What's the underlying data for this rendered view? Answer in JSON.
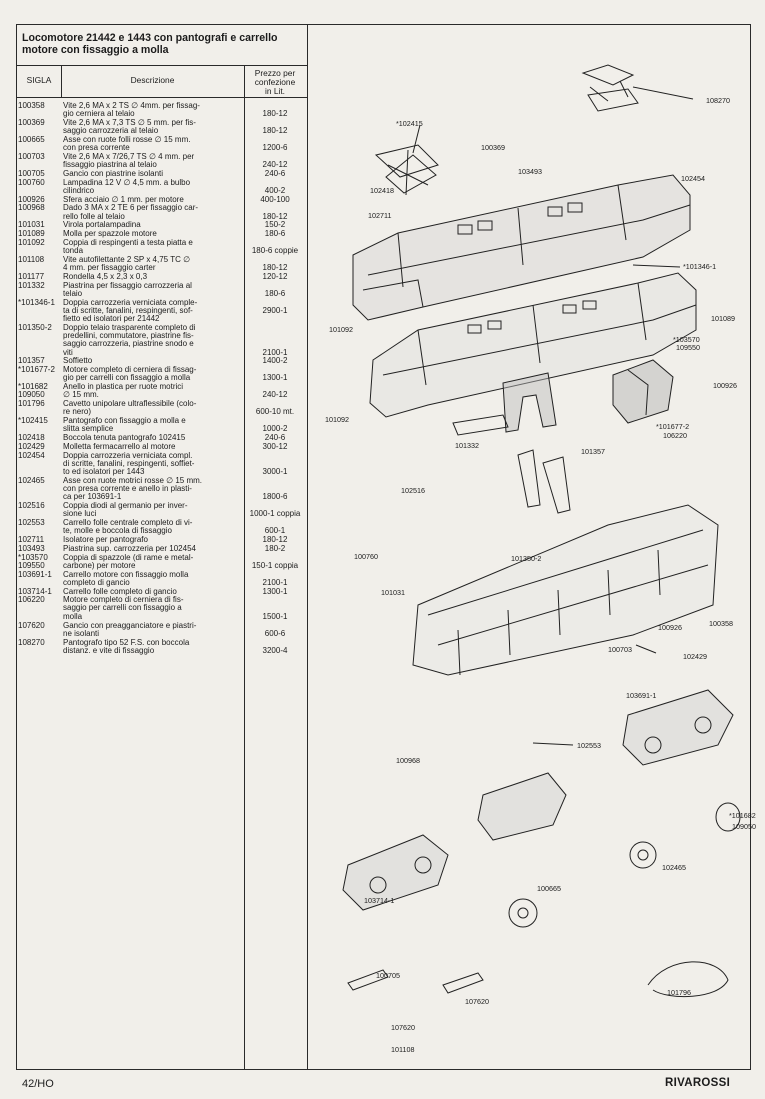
{
  "title": "Locomotore 21442 e 1443 con pantografi e carrello\nmotore con fissaggio a molla",
  "table": {
    "headers": {
      "code": "SIGLA",
      "description": "Descrizione",
      "price": "Prezzo per\nconfezione\nin Lit."
    },
    "rows": [
      {
        "code": "100358",
        "desc": "Vite 2,6 MA x 2 TS ∅ 4mm. per fissag-\ngio cerniera al telaio",
        "price": "\n180-12"
      },
      {
        "code": "100369",
        "desc": "Vite 2,6 MA x 7,3 TS ∅ 5 mm. per fis-\nsaggio carrozzeria al telaio",
        "price": "\n180-12"
      },
      {
        "code": "100665",
        "desc": "Asse con ruote folli rosse ∅ 15 mm.\ncon presa corrente",
        "price": "\n1200-6"
      },
      {
        "code": "100703",
        "desc": "Vite 2,6 MA x 7/26,7 TS ∅ 4 mm. per\nfissaggio piastrina al telaio",
        "price": "\n240-12"
      },
      {
        "code": "100705",
        "desc": "Gancio con piastrine isolanti",
        "price": "240-6"
      },
      {
        "code": "100760",
        "desc": "Lampadina 12 V ∅ 4,5 mm. a bulbo\ncilindrico",
        "price": "\n400-2"
      },
      {
        "code": "100926",
        "desc": "Sfera acciaio ∅ 1 mm. per motore",
        "price": "400-100"
      },
      {
        "code": "100968",
        "desc": "Dado 3 MA x 2 TE 6 per fissaggio car-\nrello folle al telaio",
        "price": "\n180-12"
      },
      {
        "code": "101031",
        "desc": "Virola portalampadina",
        "price": "150-2"
      },
      {
        "code": "101089",
        "desc": "Molla per spazzole motore",
        "price": "180-6"
      },
      {
        "code": "101092",
        "desc": "Coppia di respingenti a testa piatta e\ntonda",
        "price": "\n180-6 coppie"
      },
      {
        "code": "101108",
        "desc": "Vite autofilettante 2 SP x 4,75 TC ∅\n4 mm. per fissaggio carter",
        "price": "\n180-12"
      },
      {
        "code": "101177",
        "desc": "Rondella 4,5 x 2,3 x 0,3",
        "price": "120-12"
      },
      {
        "code": "101332",
        "desc": "Piastrina per fissaggio carrozzeria al\ntelaio",
        "price": "\n180-6"
      },
      {
        "code": "*101346-1",
        "desc": "Doppia carrozzeria verniciata comple-\nta di scritte, fanalini, respingenti, sof-\nfietto ed isolatori per 21442",
        "price": "\n2900-1"
      },
      {
        "code": "101350-2",
        "desc": "Doppio telaio trasparente completo di\npredellini, commutatore, piastrine fis-\nsaggio carrozzeria, piastrine snodo e\nviti",
        "price": "\n\n\n2100-1"
      },
      {
        "code": "101357",
        "desc": "Soffietto",
        "price": "1400-2"
      },
      {
        "code": "*101677-2",
        "desc": "Motore completo di cerniera di fissag-\ngio per carrelli con fissaggio a molla",
        "price": "\n1300-1"
      },
      {
        "code": "*101682\n109050",
        "desc": "Anello in plastica per ruote motrici\n∅ 15 mm.",
        "price": "\n240-12"
      },
      {
        "code": "101796",
        "desc": "Cavetto unipolare ultraflessibile (colo-\nre nero)",
        "price": "\n600-10 mt."
      },
      {
        "code": "*102415",
        "desc": "Pantografo con fissaggio a molla e\nslitta semplice",
        "price": "\n1000-2"
      },
      {
        "code": "102418",
        "desc": "Boccola tenuta pantografo 102415",
        "price": "240-6"
      },
      {
        "code": "102429",
        "desc": "Molletta fermacarrello al motore",
        "price": "300-12"
      },
      {
        "code": "102454",
        "desc": "Doppia carrozzeria verniciata compl.\ndi scritte, fanalini, respingenti, soffiet-\nto ed isolatori per 1443",
        "price": "\n\n3000-1"
      },
      {
        "code": "102465",
        "desc": "Asse con ruote motrici rosse ∅ 15 mm.\ncon presa corrente e anello in plasti-\nca per 103691-1",
        "price": "\n\n1800-6"
      },
      {
        "code": "102516",
        "desc": "Coppia diodi al germanio per inver-\nsione luci",
        "price": "\n1000-1 coppia"
      },
      {
        "code": "102553",
        "desc": "Carrello folle centrale completo di vi-\nte, molle e boccola di fissaggio",
        "price": "\n600-1"
      },
      {
        "code": "102711",
        "desc": "Isolatore per pantografo",
        "price": "180-12"
      },
      {
        "code": "103493",
        "desc": "Piastrina sup. carrozzeria per 102454",
        "price": "180-2"
      },
      {
        "code": "*103570\n109550",
        "desc": "Coppia di spazzole (di rame e metal-\ncarbone) per motore",
        "price": "\n150-1 coppia"
      },
      {
        "code": "103691-1",
        "desc": "Carrello motore con fissaggio molla\ncompleto di gancio",
        "price": "\n2100-1"
      },
      {
        "code": "103714-1",
        "desc": "Carrello folle completo di gancio",
        "price": "1300-1"
      },
      {
        "code": "106220",
        "desc": "Motore completo di cerniera di fis-\nsaggio per carrelli con fissaggio a\nmolla",
        "price": "\n\n1500-1"
      },
      {
        "code": "107620",
        "desc": "Gancio con preagganciatore e piastri-\nne isolanti",
        "price": "\n600-6"
      },
      {
        "code": "108270",
        "desc": "Pantografo tipo 52 F.S. con boccola\ndistanz. e vite di fissaggio",
        "price": "\n3200-4"
      }
    ]
  },
  "diagram": {
    "labels": {
      "p108270": "108270",
      "p102415": "*102415",
      "p100369": "100369",
      "p103493": "103493",
      "p102454": "102454",
      "p102418": "102418",
      "p102711": "102711",
      "p101346": "*101346-1",
      "p101089": "101089",
      "p101092a": "101092",
      "p103570": "*103570",
      "p109550": "109550",
      "p100926": "100926",
      "p101092b": "101092",
      "p101677": "*101677-2",
      "p106220": "106220",
      "p101332": "101332",
      "p101357": "101357",
      "p102516": "102516",
      "p100760": "100760",
      "p101350": "101350-2",
      "p101031": "101031",
      "p100358": "100358",
      "p100926b": "100926",
      "p100703": "100703",
      "p102429": "102429",
      "p103691": "103691-1",
      "p102553": "102553",
      "p100968": "100968",
      "p101682": "*101682",
      "p109050": "109050",
      "p102465": "102465",
      "p100665": "100665",
      "p103714": "103714-1",
      "p100705": "100705",
      "p107620": "107620",
      "p101796": "101796",
      "p107620b": "107620",
      "p101108": "101108"
    }
  },
  "footer": {
    "page": "42/HO",
    "brand": "RIVAROSSI"
  }
}
